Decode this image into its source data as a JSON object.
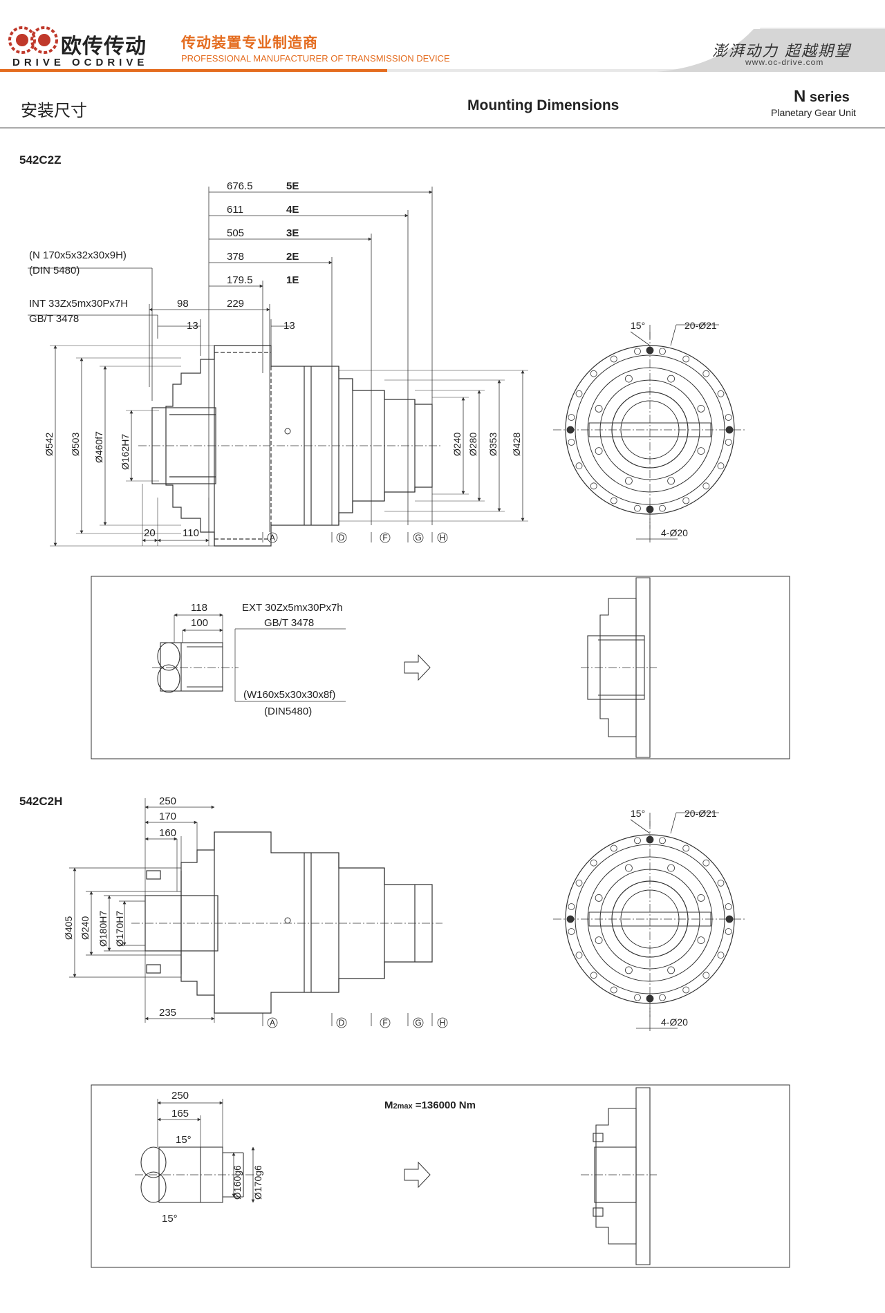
{
  "header": {
    "logo_cn": "欧传传动",
    "logo_en": "DRIVE OCDRIVE",
    "tagline_cn": "传动装置专业制造商",
    "tagline_en": "PROFESSIONAL MANUFACTURER OF TRANSMISSION DEVICE",
    "slogan": "澎湃动力 超越期望",
    "url": "www.oc-drive.com",
    "brand_color": "#e46c1f"
  },
  "page": {
    "title_cn": "安装尺寸",
    "title_en": "Mounting Dimensions",
    "series": "N",
    "series_word": "series",
    "series_sub": "Planetary Gear Unit"
  },
  "model1": {
    "name": "542C2Z",
    "stage_lengths": [
      {
        "value": "676.5",
        "code": "5E"
      },
      {
        "value": "611",
        "code": "4E"
      },
      {
        "value": "505",
        "code": "3E"
      },
      {
        "value": "378",
        "code": "2E"
      },
      {
        "value": "179.5",
        "code": "1E"
      }
    ],
    "spline_n": "(N 170x5x32x30x9H)",
    "spline_n_std": "(DIN 5480)",
    "spline_int": "INT 33Zx5mx30Px7H",
    "spline_int_std": "GB/T 3478",
    "dim_98": "98",
    "dim_229": "229",
    "dim_13a": "13",
    "dim_13b": "13",
    "dim_20": "20",
    "dim_110": "110",
    "dia_542": "Ø542",
    "dia_503": "Ø503",
    "dia_460": "Ø460f7",
    "dia_162": "Ø162H7",
    "dia_240": "Ø240",
    "dia_280": "Ø280",
    "dia_353": "Ø353",
    "dia_428": "Ø428",
    "markers": [
      "A",
      "D",
      "F",
      "G",
      "H"
    ],
    "angle": "15°",
    "holes": "20-Ø21",
    "holes2": "4-Ø20",
    "option_box": {
      "dim_118": "118",
      "dim_100": "100",
      "ext_spline": "EXT 30Zx5mx30Px7h",
      "ext_std": "GB/T 3478",
      "w_spline": "(W160x5x30x30x8f)",
      "w_std": "(DIN5480)"
    }
  },
  "model2": {
    "name": "542C2H",
    "dim_250": "250",
    "dim_170": "170",
    "dim_160": "160",
    "dim_235": "235",
    "dia_405": "Ø405",
    "dia_240": "Ø240",
    "dia_180": "Ø180H7",
    "dia_170": "Ø170H7",
    "markers": [
      "A",
      "D",
      "F",
      "G",
      "H"
    ],
    "angle": "15°",
    "holes": "20-Ø21",
    "holes2": "4-Ø20",
    "option_box": {
      "dim_250": "250",
      "dim_165": "165",
      "angle_top": "15°",
      "angle_bot": "15°",
      "dia_160": "Ø160g6",
      "dia_170": "Ø170g6",
      "torque_prefix": "M",
      "torque_sub": "2max",
      "torque_value": " =136000 Nm"
    }
  }
}
